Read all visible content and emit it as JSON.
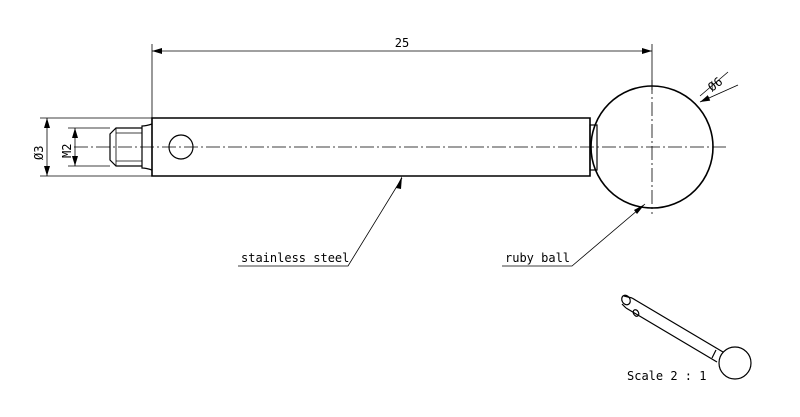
{
  "dimensions": {
    "length": "25",
    "ball_diameter": "Ø6",
    "shaft_diameter": "Ø3",
    "thread": "M2"
  },
  "labels": {
    "shaft_material": "stainless steel",
    "ball_material": "ruby ball",
    "scale": "Scale 2 : 1"
  },
  "colors": {
    "line": "#000000",
    "background": "#ffffff"
  }
}
